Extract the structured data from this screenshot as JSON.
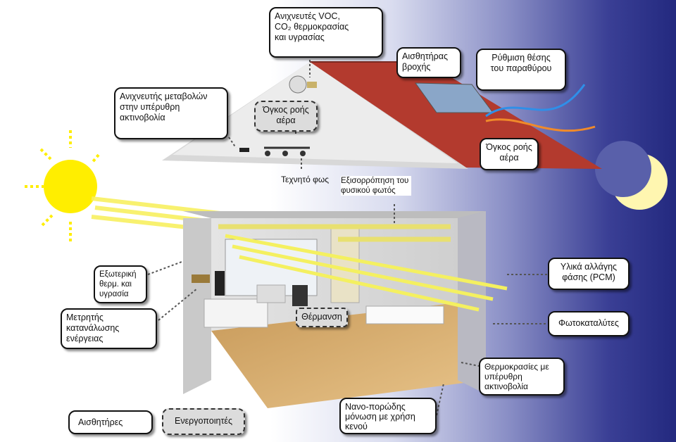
{
  "labels": {
    "voc_sensor": "Ανιχνευτές VOC,\nCO₂ θερμοκρασίας\nκαι υγρασίας",
    "rain_sensor": "Αισθητήρας\nβροχής",
    "window_position": "Ρύθμιση θέσης\nτου παραθύρου",
    "infrared_detector": "Ανιχνευτής μεταβολών\nστην υπέρυθρη\nακτινοβολία",
    "airflow_roof": "Όγκος ροής\nαέρα",
    "airflow_window": "Όγκος ροής\nαέρα",
    "artificial_light": "Τεχνητό φως",
    "daylight_balance": "Εξισορρόπηση του\nφυσικού φωτός",
    "outdoor_temp_humidity": "Εξωτερική\nθερμ. και\nυγρασία",
    "energy_meter": "Μετρητής\nκατανάλωσης\nενέργειας",
    "heating": "Θέρμανση",
    "phase_change": "Υλικά αλλάγης\nφάσης (PCM)",
    "photocatalysts": "Φωτοκαταλύτες",
    "infrared_temperatures": "Θερμοκρασίες με\nυπέρυθρη\nακτινοβολία",
    "nano_insulation": "Νανο-πορώδης\nμόνωση με χρήση\nκενού"
  },
  "legend": {
    "sensors": "Αισθητήρες",
    "actuators": "Ενεργοποιητές"
  },
  "colors": {
    "sun": "#ffee00",
    "roof": "#b33a2e",
    "airflow_blue": "#2f8fe8",
    "airflow_orange": "#f08a2a",
    "moon": "#fff6b0",
    "sky_night": "#23297f"
  }
}
